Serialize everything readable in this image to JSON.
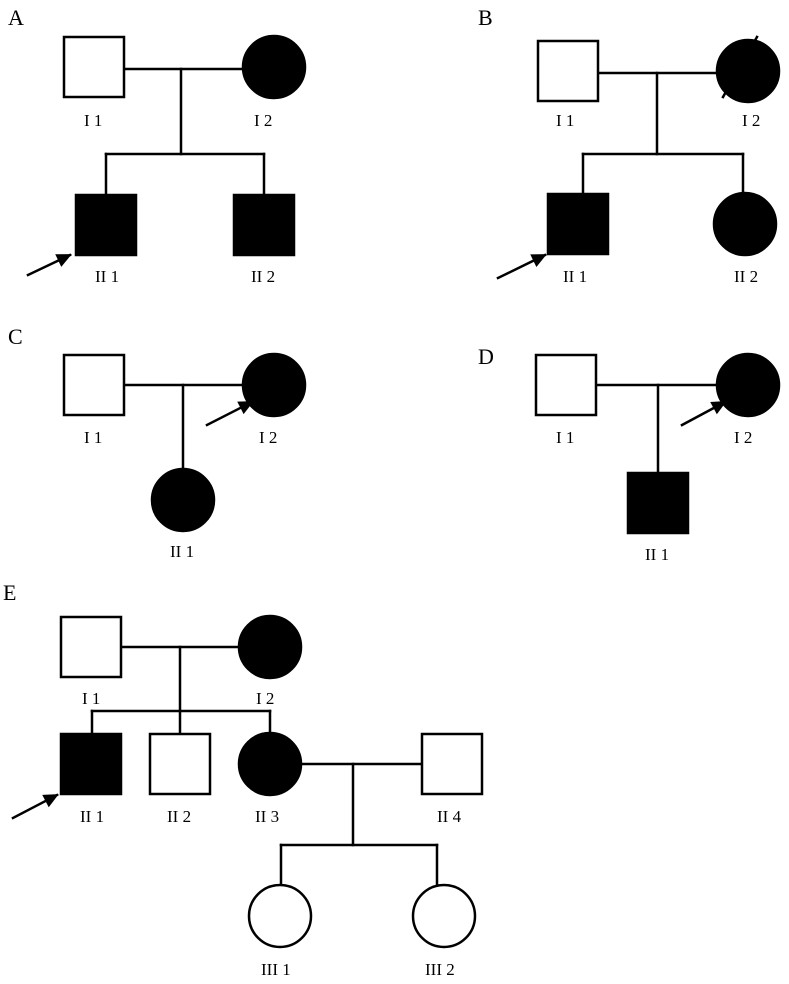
{
  "colors": {
    "line": "#000000",
    "affected": "#000000",
    "unaffected": "#ffffff"
  },
  "panels": [
    {
      "id": "A",
      "label": "A",
      "individuals": [
        {
          "id": "I1",
          "label": "I 1",
          "sex": "male",
          "affected": false
        },
        {
          "id": "I2",
          "label": "I 2",
          "sex": "female",
          "affected": true
        },
        {
          "id": "II1",
          "label": "II 1",
          "sex": "male",
          "affected": true,
          "proband": true
        },
        {
          "id": "II2",
          "label": "II 2",
          "sex": "male",
          "affected": true
        }
      ]
    },
    {
      "id": "B",
      "label": "B",
      "individuals": [
        {
          "id": "I1",
          "label": "I 1",
          "sex": "male",
          "affected": false
        },
        {
          "id": "I2",
          "label": "I 2",
          "sex": "female",
          "affected": true,
          "deceased": true
        },
        {
          "id": "II1",
          "label": "II 1",
          "sex": "male",
          "affected": true,
          "proband": true
        },
        {
          "id": "II2",
          "label": "II 2",
          "sex": "female",
          "affected": true
        }
      ]
    },
    {
      "id": "C",
      "label": "C",
      "individuals": [
        {
          "id": "I1",
          "label": "I 1",
          "sex": "male",
          "affected": false
        },
        {
          "id": "I2",
          "label": "I 2",
          "sex": "female",
          "affected": true,
          "proband": true
        },
        {
          "id": "II1",
          "label": "II 1",
          "sex": "female",
          "affected": true
        }
      ]
    },
    {
      "id": "D",
      "label": "D",
      "individuals": [
        {
          "id": "I1",
          "label": "I 1",
          "sex": "male",
          "affected": false
        },
        {
          "id": "I2",
          "label": "I 2",
          "sex": "female",
          "affected": true,
          "proband": true
        },
        {
          "id": "II1",
          "label": "II 1",
          "sex": "male",
          "affected": true
        }
      ]
    },
    {
      "id": "E",
      "label": "E",
      "individuals": [
        {
          "id": "I1",
          "label": "I 1",
          "sex": "male",
          "affected": false
        },
        {
          "id": "I2",
          "label": "I 2",
          "sex": "female",
          "affected": true
        },
        {
          "id": "II1",
          "label": "II 1",
          "sex": "male",
          "affected": true,
          "proband": true
        },
        {
          "id": "II2",
          "label": "II 2",
          "sex": "male",
          "affected": false
        },
        {
          "id": "II3",
          "label": "II 3",
          "sex": "female",
          "affected": true
        },
        {
          "id": "II4",
          "label": "II 4",
          "sex": "male",
          "affected": false
        },
        {
          "id": "III1",
          "label": "III 1",
          "sex": "female",
          "affected": false
        },
        {
          "id": "III2",
          "label": "III 2",
          "sex": "female",
          "affected": false
        }
      ]
    }
  ]
}
